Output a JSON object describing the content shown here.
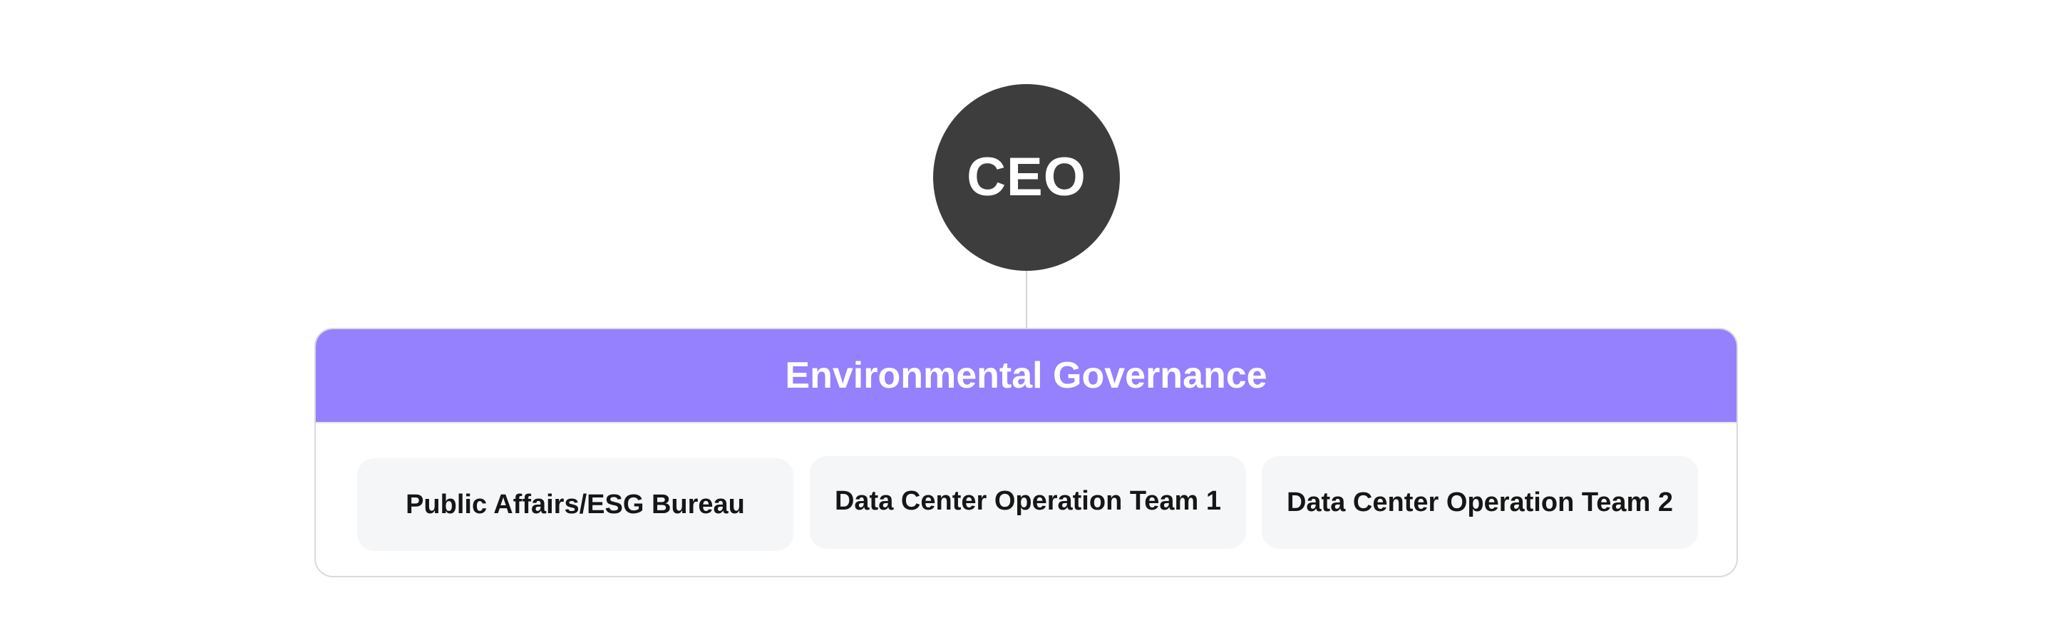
{
  "root": {
    "label": "CEO",
    "color": "#3d3d3d"
  },
  "group": {
    "title": "Environmental Governance",
    "header_color": "#9580fd",
    "members": [
      {
        "label": "Public Affairs/ESG Bureau"
      },
      {
        "label": "Data Center Operation Team 1"
      },
      {
        "label": "Data Center Operation Team 2"
      }
    ]
  }
}
